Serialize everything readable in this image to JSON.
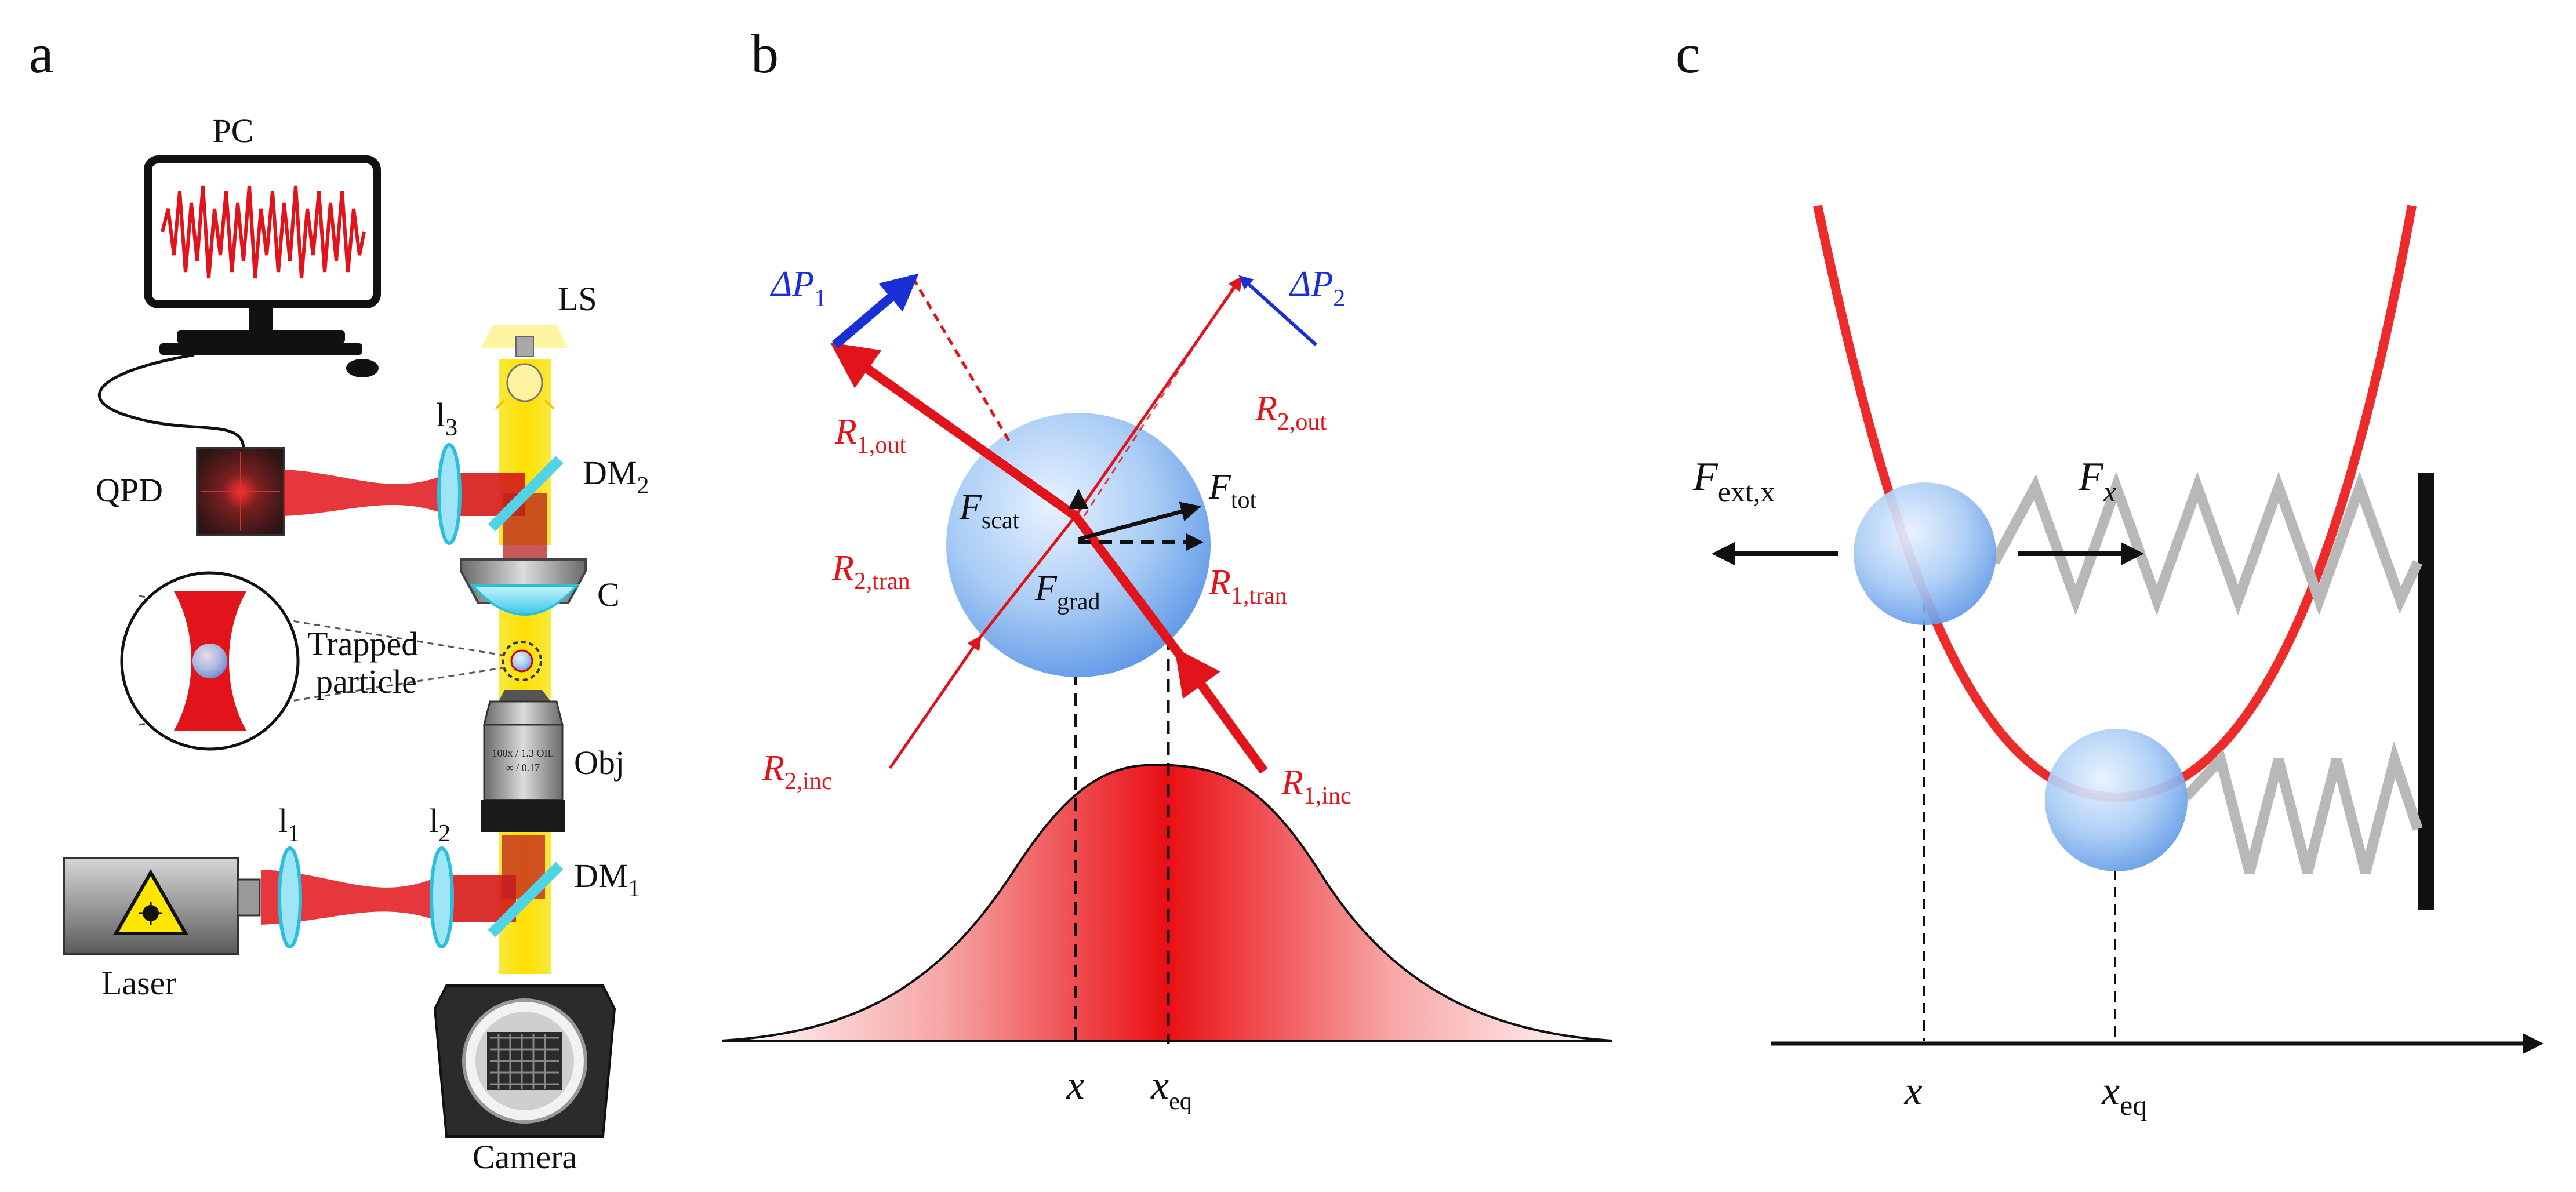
{
  "panels": {
    "a": {
      "letter": "a",
      "labels": {
        "pc": "PC",
        "ls": "LS",
        "l3_main": "l",
        "l3_sub": "3",
        "dm2_main": "DM",
        "dm2_sub": "2",
        "qpd": "QPD",
        "c": "C",
        "trapped_line1": "Trapped",
        "trapped_line2": "particle",
        "obj": "Obj",
        "l1_main": "l",
        "l1_sub": "1",
        "l2_main": "l",
        "l2_sub": "2",
        "dm1_main": "DM",
        "dm1_sub": "1",
        "laser": "Laser",
        "camera": "Camera",
        "objective_text1": "100x / 1.3 OIL",
        "objective_text2": "∞ / 0.17"
      }
    },
    "b": {
      "letter": "b",
      "labels": {
        "dp1_main": "ΔP",
        "dp1_sub": "1",
        "dp2_main": "ΔP",
        "dp2_sub": "2",
        "r1out_main": "R",
        "r1out_sub": "1,out",
        "r2out_main": "R",
        "r2out_sub": "2,out",
        "fscat_main": "F",
        "fscat_sub": "scat",
        "ftot_main": "F",
        "ftot_sub": "tot",
        "fgrad_main": "F",
        "fgrad_sub": "grad",
        "r2tran_main": "R",
        "r2tran_sub": "2,tran",
        "r1tran_main": "R",
        "r1tran_sub": "1,tran",
        "r2inc_main": "R",
        "r2inc_sub": "2,inc",
        "r1inc_main": "R",
        "r1inc_sub": "1,inc",
        "x": "x",
        "xeq_main": "x",
        "xeq_sub": "eq"
      }
    },
    "c": {
      "letter": "c",
      "labels": {
        "fext_main": "F",
        "fext_sub": "ext,x",
        "fx_main": "F",
        "fx_sub": "x",
        "x": "x",
        "xeq_main": "x",
        "xeq_sub": "eq"
      }
    }
  },
  "colors": {
    "laser_red": "#e0141a",
    "force_blue": "#1a2fd6",
    "light_yellow": "#f7e33a",
    "spring_gray": "#b8b8b8",
    "sphere_blue": "#7fb2f0"
  }
}
